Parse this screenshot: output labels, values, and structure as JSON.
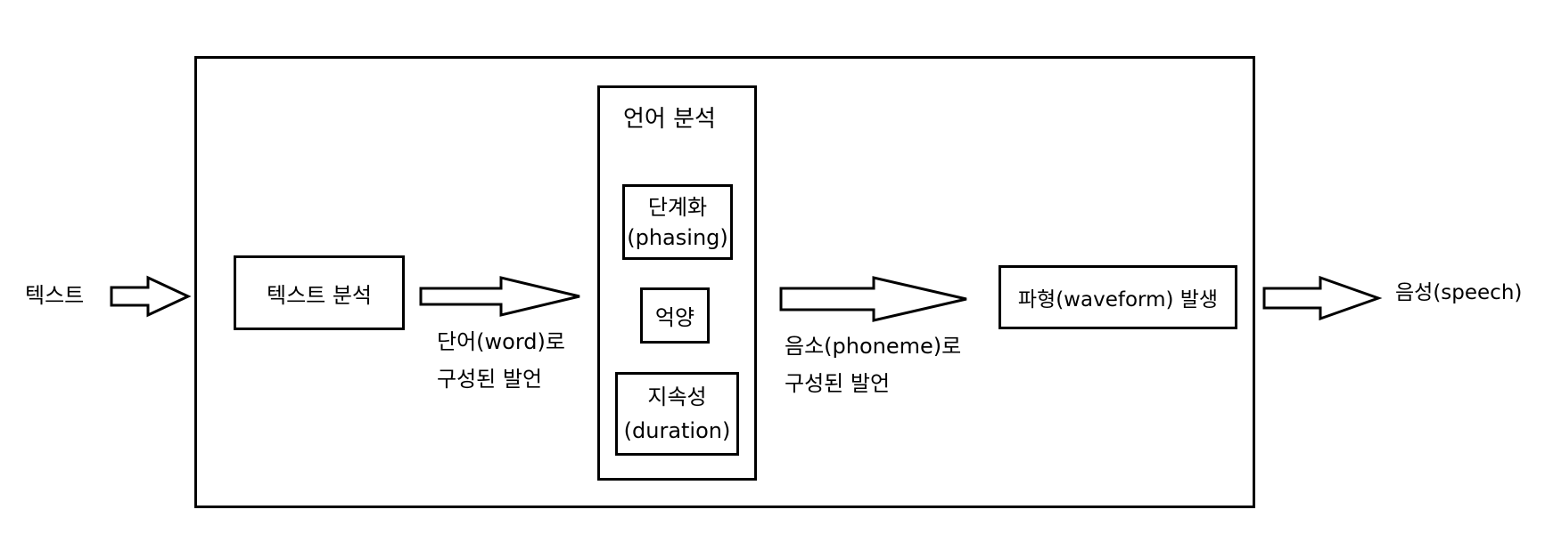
{
  "input_label": "텍스트",
  "output_label": "음성(speech)",
  "text_analysis": "텍스트 분석",
  "word_utterance": {
    "line1": "단어(word)로",
    "line2": "구성된 발언"
  },
  "language_analysis": {
    "title": "언어 분석",
    "phasing": {
      "line1": "단계화",
      "line2": "(phasing)"
    },
    "intonation": "억양",
    "duration": {
      "line1": "지속성",
      "line2": "(duration)"
    }
  },
  "phoneme_utterance": {
    "line1": "음소(phoneme)로",
    "line2": "구성된 발언"
  },
  "waveform": "파형(waveform) 발생"
}
